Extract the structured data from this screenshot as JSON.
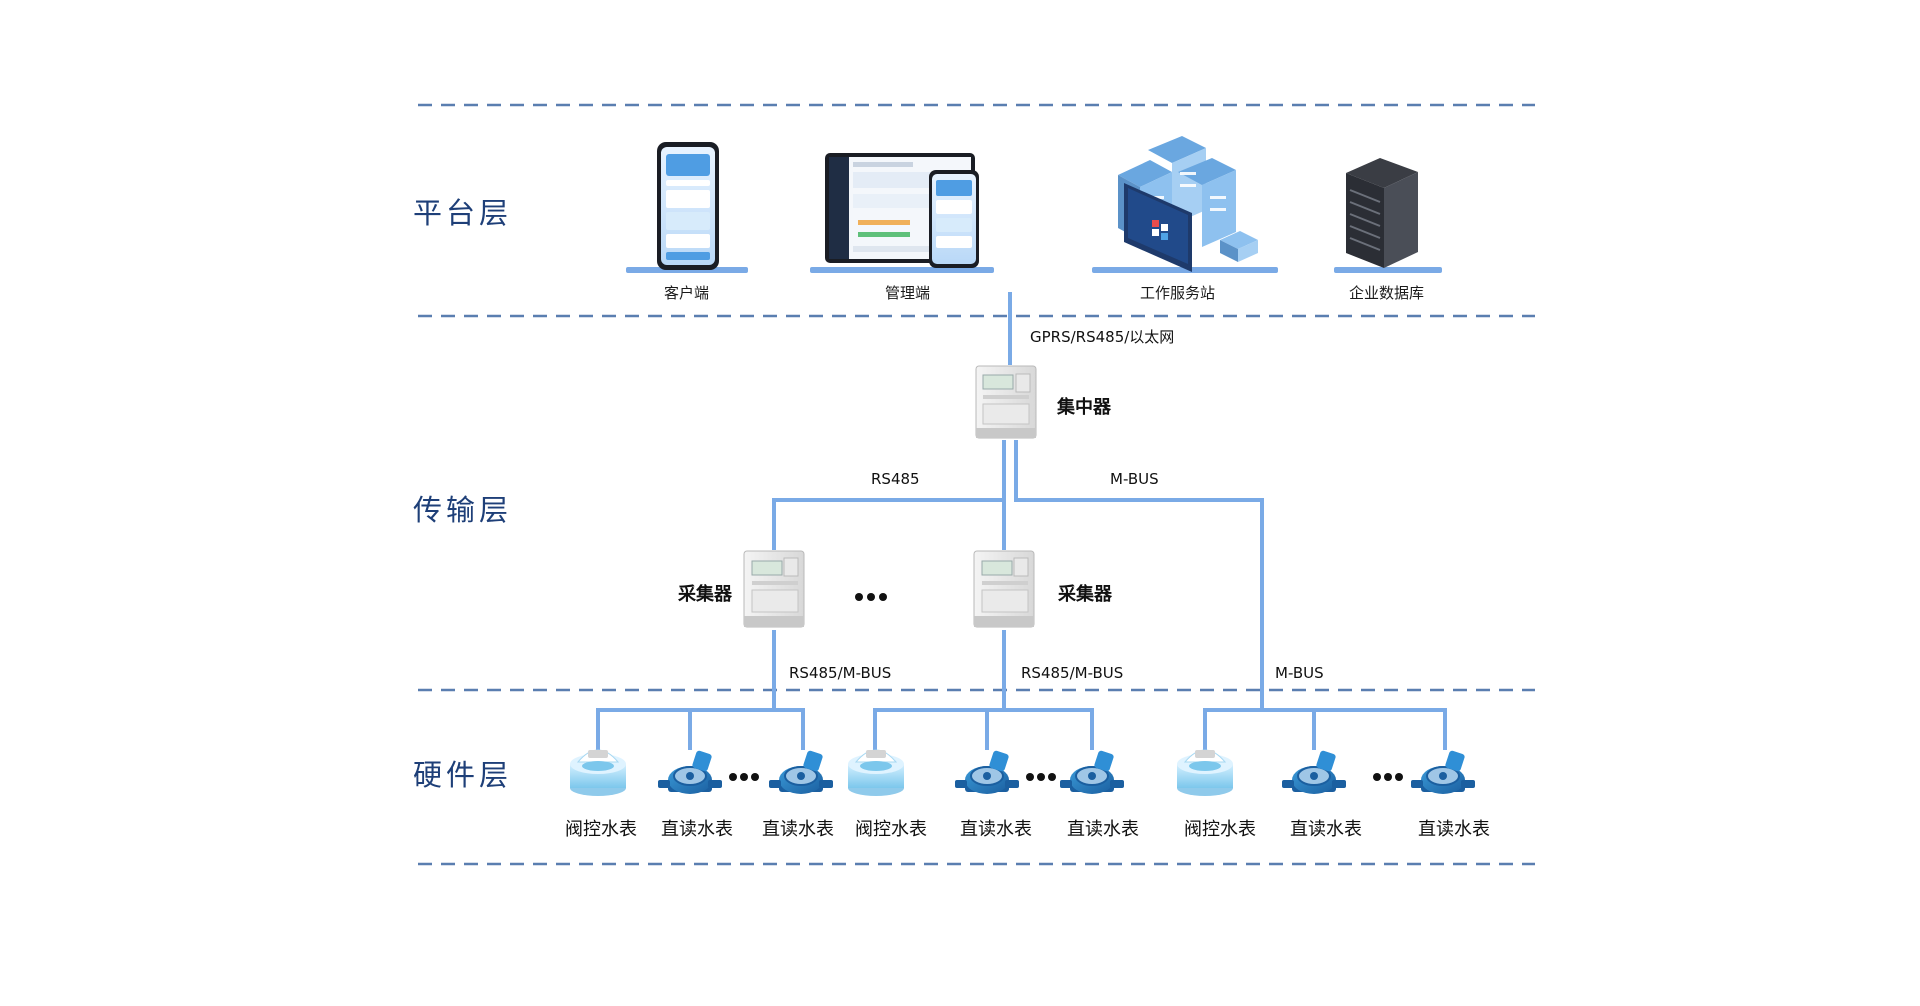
{
  "layers": {
    "platform": "平台层",
    "transport": "传输层",
    "hardware": "硬件层"
  },
  "platform": {
    "client": "客户端",
    "admin": "管理端",
    "workstation": "工作服务站",
    "database": "企业数据库"
  },
  "links": {
    "uplink": "GPRS/RS485/以太网",
    "rs485": "RS485",
    "mbus_top": "M-BUS",
    "rs485_mbus_left": "RS485/M-BUS",
    "rs485_mbus_mid": "RS485/M-BUS",
    "mbus_right": "M-BUS"
  },
  "devices": {
    "concentrator": "集中器",
    "collector_left": "采集器",
    "collector_right": "采集器",
    "ellipsis": "•••"
  },
  "meters": {
    "group1": [
      "阀控水表",
      "直读水表",
      "直读水表"
    ],
    "group2": [
      "阀控水表",
      "直读水表",
      "直读水表"
    ],
    "group3": [
      "阀控水表",
      "直读水表",
      "直读水表"
    ]
  },
  "colors": {
    "line": "#7aaae6",
    "dash": "#5a7eb0",
    "title": "#1e3f78"
  }
}
